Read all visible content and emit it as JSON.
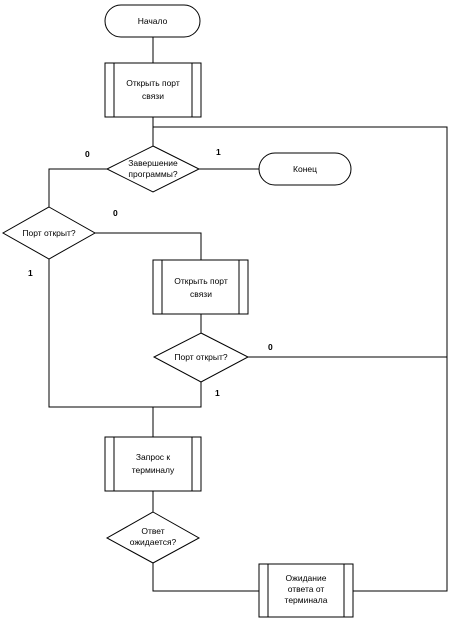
{
  "nodes": {
    "start": {
      "label": "Начало"
    },
    "open_port_1": {
      "lines": [
        "Открыть порт",
        "связи"
      ]
    },
    "exit_decision": {
      "lines": [
        "Завершение",
        "программы?"
      ]
    },
    "end": {
      "label": "Конец"
    },
    "port_open_1": {
      "label": "Порт открыт?"
    },
    "open_port_2": {
      "lines": [
        "Открыть порт",
        "связи"
      ]
    },
    "port_open_2": {
      "label": "Порт открыт?"
    },
    "request": {
      "lines": [
        "Запрос к",
        "терминалу"
      ]
    },
    "response_expected": {
      "lines": [
        "Ответ",
        "ожидается?"
      ]
    },
    "waiting": {
      "lines": [
        "Ожидание",
        "ответа от",
        "терминала"
      ]
    }
  },
  "branch_labels": {
    "exit_no": "0",
    "exit_yes": "1",
    "port1_no": "0",
    "port1_yes": "1",
    "port2_no": "0",
    "port2_yes": "1"
  }
}
